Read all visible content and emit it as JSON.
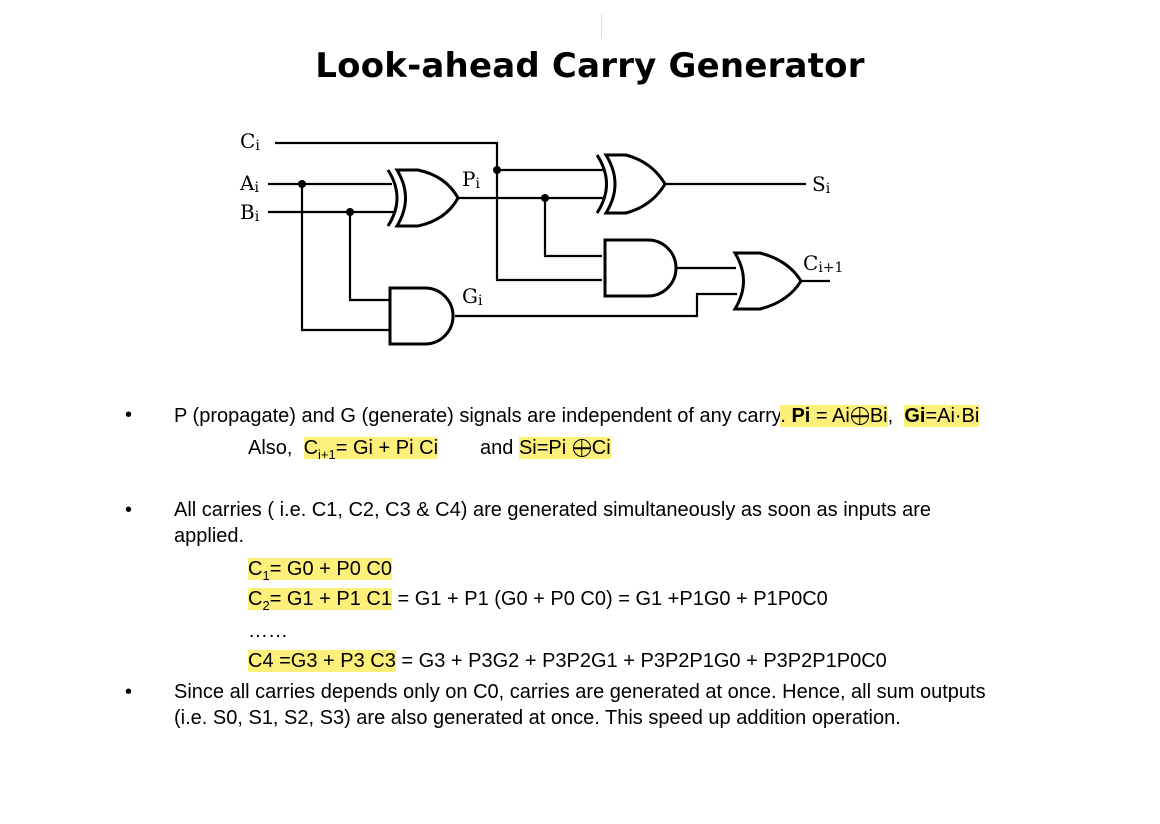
{
  "title": "Look-ahead Carry Generator",
  "circuit": {
    "labels": {
      "ci": {
        "main": "C",
        "sub": "i"
      },
      "ai": {
        "main": "A",
        "sub": "i"
      },
      "bi": {
        "main": "B",
        "sub": "i"
      },
      "pi": {
        "main": "P",
        "sub": "i"
      },
      "gi": {
        "main": "G",
        "sub": "i"
      },
      "si": {
        "main": "S",
        "sub": "i"
      },
      "ci1": {
        "main": "C",
        "sub": "i+1"
      }
    },
    "gates": [
      "xor",
      "xor",
      "and",
      "and",
      "or"
    ]
  },
  "bullets": [
    {
      "line1_text": "P (propagate) and G (generate) signals are independent of any carry",
      "line1_hl_period": ".",
      "pi_bold": "Pi",
      "pi_rest_a": " =  Ai",
      "pi_rest_b": "Bi",
      "comma": ",",
      "gi_bold": "Gi",
      "gi_rest": "=Ai·Bi",
      "also": "Also,",
      "cnext_main": "C",
      "cnext_sub": "i+1",
      "cnext_rest": "= Gi + Pi Ci",
      "and_word": "and",
      "si_a": "Si=Pi",
      "si_b": "Ci"
    },
    {
      "line1": "All carries ( i.e. C1, C2, C3 & C4) are generated simultaneously as soon as inputs are",
      "line2": "applied.",
      "eq1_main": "C",
      "eq1_sub": "1",
      "eq1_rest": "= G0 + P0 C0",
      "eq2_main": "C",
      "eq2_sub": "2",
      "eq2_hl_rest": "= G1 + P1 C1",
      "eq2_rest": " = G1 + P1 (G0 + P0 C0) = G1 +P1G0 + P1P0C0",
      "ellipsis": "……",
      "eq4_hl": "C4 =G3 + P3 C3",
      "eq4_rest": " = G3 + P3G2 + P3P2G1 + P3P2P1G0 + P3P2P1P0C0"
    },
    {
      "line1": "Since all carries depends only on C0, carries are generated at once.  Hence, all sum outputs",
      "line2": "(i.e. S0, S1, S2, S3) are also generated at once. This speed up addition operation."
    }
  ],
  "bullet_symbol": "•",
  "colors": {
    "highlight": "#fdf07a",
    "text": "#000000"
  }
}
